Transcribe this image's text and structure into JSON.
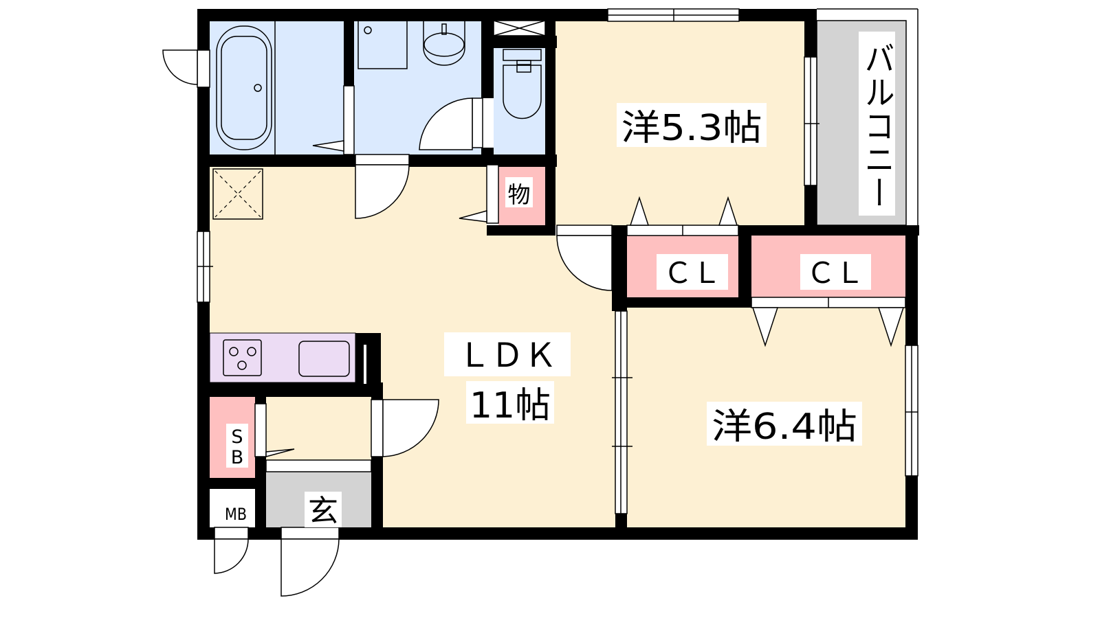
{
  "plan": {
    "colors": {
      "wet_area": "#dbeafe",
      "living": "#fdf0d3",
      "storage": "#fec0c0",
      "kitchen": "#ecdcf4",
      "entrance": "#d3d3d3",
      "balcony": "#d3d3d3",
      "wall": "#000000"
    },
    "rooms": {
      "ldk": {
        "name": "ＬＤＫ",
        "size": "11帖"
      },
      "western1": {
        "label": "洋5.3帖"
      },
      "western2": {
        "label": "洋6.4帖"
      },
      "balcony": {
        "label": "バルコニー"
      },
      "closet1": {
        "label": "ＣＬ"
      },
      "closet2": {
        "label": "ＣＬ"
      },
      "storage": {
        "label": "物"
      },
      "shoe_box": {
        "label_line1": "S",
        "label_line2": "B"
      },
      "meter_box": {
        "label": "MB"
      },
      "entrance": {
        "label": "玄"
      }
    }
  }
}
